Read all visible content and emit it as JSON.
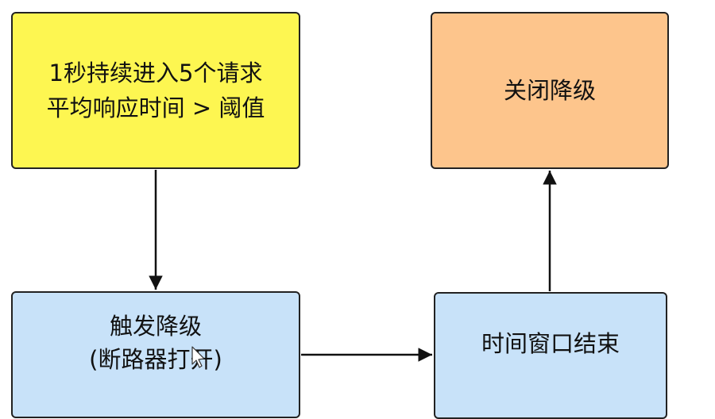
{
  "diagram": {
    "nodes": {
      "condition": {
        "lines": [
          "1秒持续进入5个请求",
          "平均响应时间 > 阈值"
        ],
        "fill": "#fdf651"
      },
      "trigger": {
        "lines": [
          "触发降级",
          "(断路器打开)"
        ],
        "fill": "#c8e2f9"
      },
      "window": {
        "lines": [
          "时间窗口结束"
        ],
        "fill": "#c8e2f9"
      },
      "close": {
        "lines": [
          "关闭降级"
        ],
        "fill": "#fdc58c"
      }
    },
    "edges": [
      {
        "from": "condition",
        "to": "trigger"
      },
      {
        "from": "trigger",
        "to": "window"
      },
      {
        "from": "window",
        "to": "close"
      }
    ],
    "colors": {
      "border": "#222222",
      "arrow": "#111111"
    }
  }
}
